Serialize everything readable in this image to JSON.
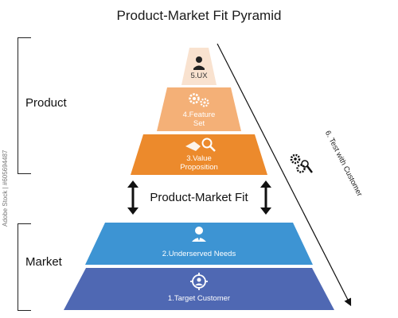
{
  "title": "Product-Market Fit Pyramid",
  "labels": {
    "product": "Product",
    "market": "Market",
    "pmf": "Product-Market Fit",
    "test": "6. Test with Customer"
  },
  "tiers": [
    {
      "id": "ux",
      "line1": "5.UX",
      "line2": "",
      "color": "#f9e2cf",
      "text_color": "#333333",
      "icon": "user-icon"
    },
    {
      "id": "feature-set",
      "line1": "4.Feature",
      "line2": "Set",
      "color": "#f4b077",
      "text_color": "#ffffff",
      "icon": "gears-icon"
    },
    {
      "id": "value-proposition",
      "line1": "3.Value",
      "line2": "Proposition",
      "color": "#ec8a2c",
      "text_color": "#ffffff",
      "icon": "magnifier-icon"
    },
    {
      "id": "underserved-needs",
      "line1": "2.Underserved Needs",
      "line2": "",
      "color": "#3d94d3",
      "text_color": "#ffffff",
      "icon": "person-icon"
    },
    {
      "id": "target-customer",
      "line1": "1.Target Customer",
      "line2": "",
      "color": "#4f68b3",
      "text_color": "#ffffff",
      "icon": "target-person-icon"
    }
  ],
  "watermark": "Adobe Stock | #605694487"
}
